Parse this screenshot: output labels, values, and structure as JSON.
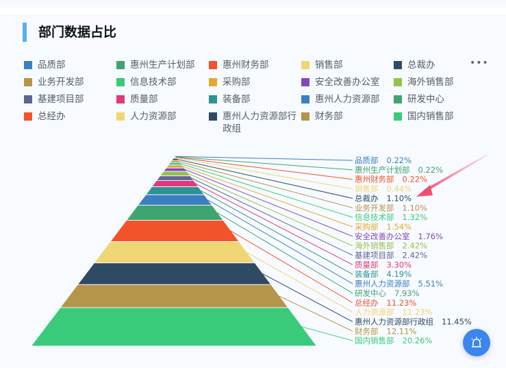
{
  "title": "部门数据占比",
  "more_label": "•••",
  "fab_icon": "alarm-light-icon",
  "annotation_color": "#f0506e",
  "chart_data": {
    "type": "funnel",
    "title": "部门数据占比",
    "sort": "ascending",
    "legend_position": "top",
    "items": [
      {
        "name": "品质部",
        "value": 0.22,
        "label": "0.22%",
        "color": "#3a7fc1"
      },
      {
        "name": "惠州生产计划部",
        "value": 0.22,
        "label": "0.22%",
        "color": "#3fa46f"
      },
      {
        "name": "惠州财务部",
        "value": 0.22,
        "label": "0.22%",
        "color": "#f2532b"
      },
      {
        "name": "销售部",
        "value": 0.44,
        "label": "0.44%",
        "color": "#f0d672"
      },
      {
        "name": "总裁办",
        "value": 1.1,
        "label": "1.10%",
        "color": "#2f4a63"
      },
      {
        "name": "业务开发部",
        "value": 1.1,
        "label": "1.10%",
        "color": "#b5944b"
      },
      {
        "name": "信息技术部",
        "value": 1.32,
        "label": "1.32%",
        "color": "#3acb7a"
      },
      {
        "name": "采购部",
        "value": 1.54,
        "label": "1.54%",
        "color": "#e0aa30"
      },
      {
        "name": "安全改善办公室",
        "value": 1.76,
        "label": "1.76%",
        "color": "#8248b8"
      },
      {
        "name": "海外销售部",
        "value": 2.42,
        "label": "2.42%",
        "color": "#93c24b"
      },
      {
        "name": "基建项目部",
        "value": 2.42,
        "label": "2.42%",
        "color": "#5d6594"
      },
      {
        "name": "质量部",
        "value": 3.3,
        "label": "3.30%",
        "color": "#e0387a"
      },
      {
        "name": "装备部",
        "value": 4.19,
        "label": "4.19%",
        "color": "#2e9292"
      },
      {
        "name": "惠州人力资源部",
        "value": 5.51,
        "label": "5.51%",
        "color": "#3a7fc1"
      },
      {
        "name": "研发中心",
        "value": 7.93,
        "label": "7.93%",
        "color": "#3fa46f"
      },
      {
        "name": "总经办",
        "value": 11.23,
        "label": "11.23%",
        "color": "#f2532b"
      },
      {
        "name": "人力资源部",
        "value": 11.23,
        "label": "11.23%",
        "color": "#f0d672"
      },
      {
        "name": "惠州人力资源部行政组",
        "value": 11.45,
        "label": "11.45%",
        "color": "#2f4a63"
      },
      {
        "name": "财务部",
        "value": 12.11,
        "label": "12.11%",
        "color": "#b5944b"
      },
      {
        "name": "国内销售部",
        "value": 20.26,
        "label": "20.26%",
        "color": "#3acb7a"
      }
    ]
  }
}
